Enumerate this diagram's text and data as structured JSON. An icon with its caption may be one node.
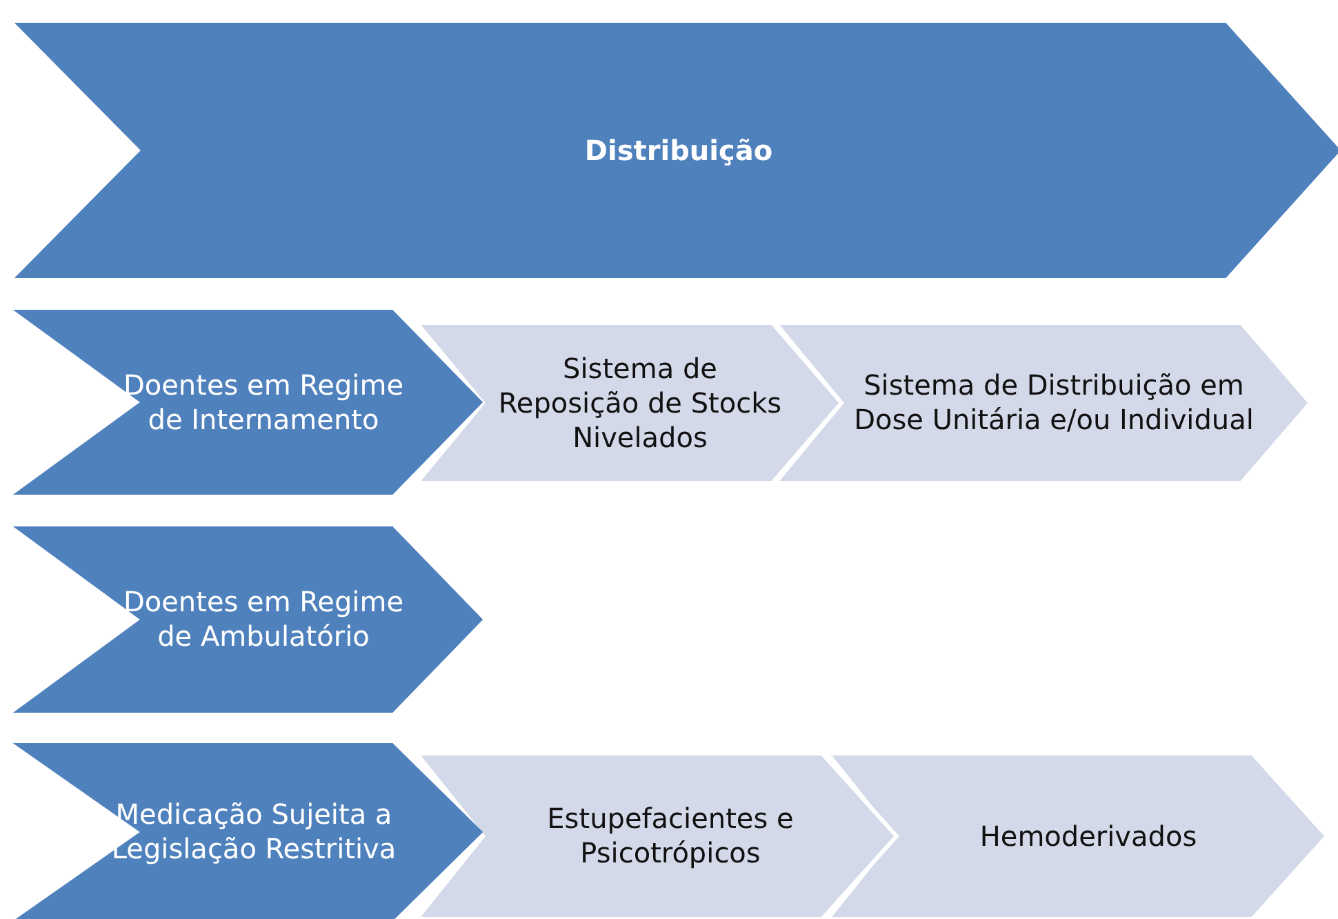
{
  "diagram": {
    "nodes": [
      {
        "text": [
          "Distribuição"
        ]
      },
      {
        "text": [
          "Doentes em Regime de Internamento"
        ]
      },
      {
        "text": [
          "Sistema de Reposição de Stocks Nivelados"
        ]
      },
      {
        "text": [
          "Sistema de Distribuição em Dose Unitária e/ou Individual"
        ]
      },
      {
        "text": [
          "Doentes em Regime de Ambulatório"
        ]
      },
      {
        "text": [
          "Medicação Sujeita a Legislação Restritiva"
        ]
      },
      {
        "text": [
          "Estupefacientes e Psicotrópicos"
        ]
      },
      {
        "text": [
          "Hemoderivados"
        ]
      }
    ]
  }
}
